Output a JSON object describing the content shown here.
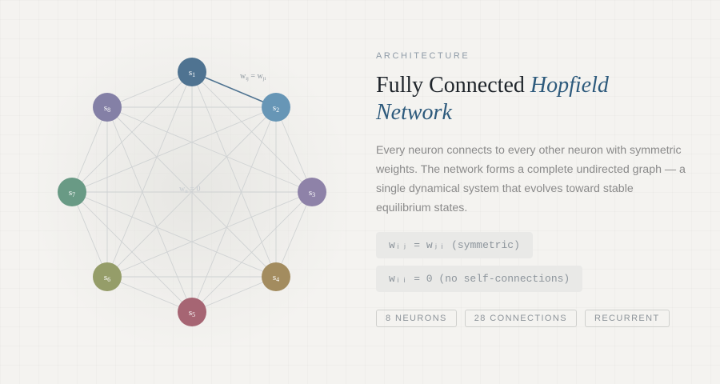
{
  "graph": {
    "neurons": [
      {
        "label": "s",
        "sub": "1",
        "color": "#4f7391"
      },
      {
        "label": "s",
        "sub": "2",
        "color": "#6796b6"
      },
      {
        "label": "s",
        "sub": "3",
        "color": "#8e82a8"
      },
      {
        "label": "s",
        "sub": "4",
        "color": "#a38c5f"
      },
      {
        "label": "s",
        "sub": "5",
        "color": "#a66573"
      },
      {
        "label": "s",
        "sub": "6",
        "color": "#959d69"
      },
      {
        "label": "s",
        "sub": "7",
        "color": "#699a85"
      },
      {
        "label": "s",
        "sub": "8",
        "color": "#8480a6"
      }
    ],
    "highlight_edge": {
      "from": "1",
      "to": "2",
      "color": "#4f7391"
    },
    "weight_label": {
      "text": "w",
      "sub1": "ij",
      "eq": " = w",
      "sub2": "ji",
      "color": "#8d969e"
    },
    "self_label": {
      "text": "w",
      "sub1": "ii",
      "eq": " = 0",
      "color": "#c5cad0"
    },
    "edge_color": "#cfd2d3"
  },
  "panel": {
    "eyebrow": "ARCHITECTURE",
    "title_plain": "Fully Connected ",
    "title_accent": "Hopfield Network",
    "description": "Every neuron connects to every other neuron with symmetric weights. The network forms a complete undirected graph — a single dynamical system that evolves toward stable equilibrium states.",
    "formulas": [
      "wᵢⱼ = wⱼᵢ (symmetric)",
      "wᵢᵢ = 0 (no self-connections)"
    ],
    "tags": [
      "8 NEURONS",
      "28 CONNECTIONS",
      "RECURRENT"
    ]
  }
}
